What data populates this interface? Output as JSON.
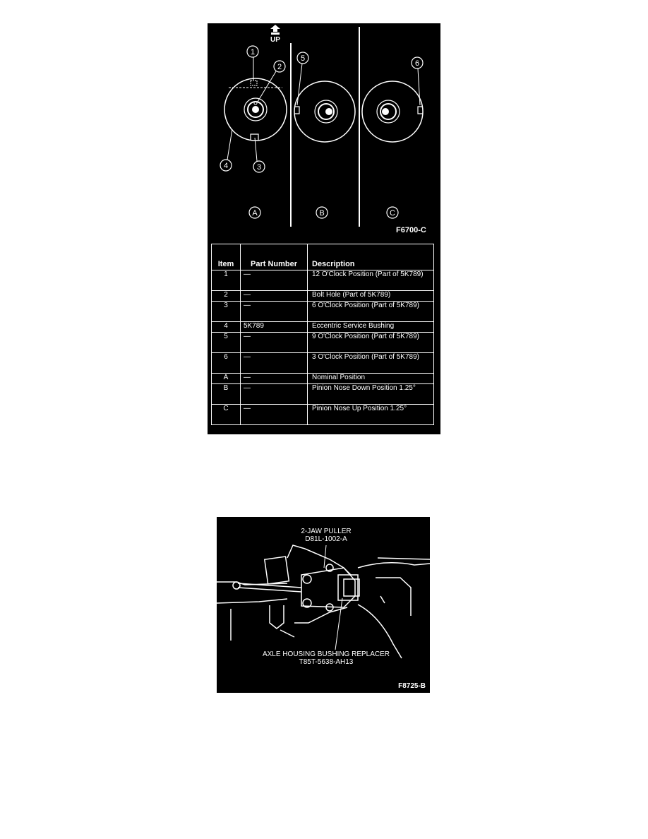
{
  "figure1": {
    "up_label": "UP",
    "figure_code": "F6700-C",
    "callouts": [
      "1",
      "2",
      "3",
      "4",
      "5",
      "6"
    ],
    "view_labels": [
      "A",
      "B",
      "C"
    ],
    "table": {
      "headers": {
        "item": "Item",
        "part_number": "Part Number",
        "description": "Description"
      },
      "rows": [
        {
          "item": "1",
          "part_number": "—",
          "description": "12 O'Clock Position (Part of 5K789)"
        },
        {
          "item": "2",
          "part_number": "—",
          "description": "Bolt Hole (Part of 5K789)"
        },
        {
          "item": "3",
          "part_number": "—",
          "description": "6 O'Clock Position (Part of 5K789)"
        },
        {
          "item": "4",
          "part_number": "5K789",
          "description": "Eccentric Service Bushing"
        },
        {
          "item": "5",
          "part_number": "—",
          "description": "9 O'Clock Position (Part of 5K789)"
        },
        {
          "item": "6",
          "part_number": "—",
          "description": "3 O'Clock Position (Part of 5K789)"
        },
        {
          "item": "A",
          "part_number": "—",
          "description": "Nominal Position"
        },
        {
          "item": "B",
          "part_number": "—",
          "description": "Pinion Nose Down Position 1.25°"
        },
        {
          "item": "C",
          "part_number": "—",
          "description": "Pinion Nose Up Position 1.25°"
        }
      ]
    }
  },
  "figure2": {
    "puller_label_1": "2-JAW PULLER",
    "puller_label_2": "D81L-1002-A",
    "replacer_label_1": "AXLE HOUSING BUSHING REPLACER",
    "replacer_label_2": "T85T-5638-AH13",
    "figure_code": "F8725-B"
  },
  "colors": {
    "background": "#000000",
    "foreground": "#ffffff",
    "page": "#ffffff"
  }
}
